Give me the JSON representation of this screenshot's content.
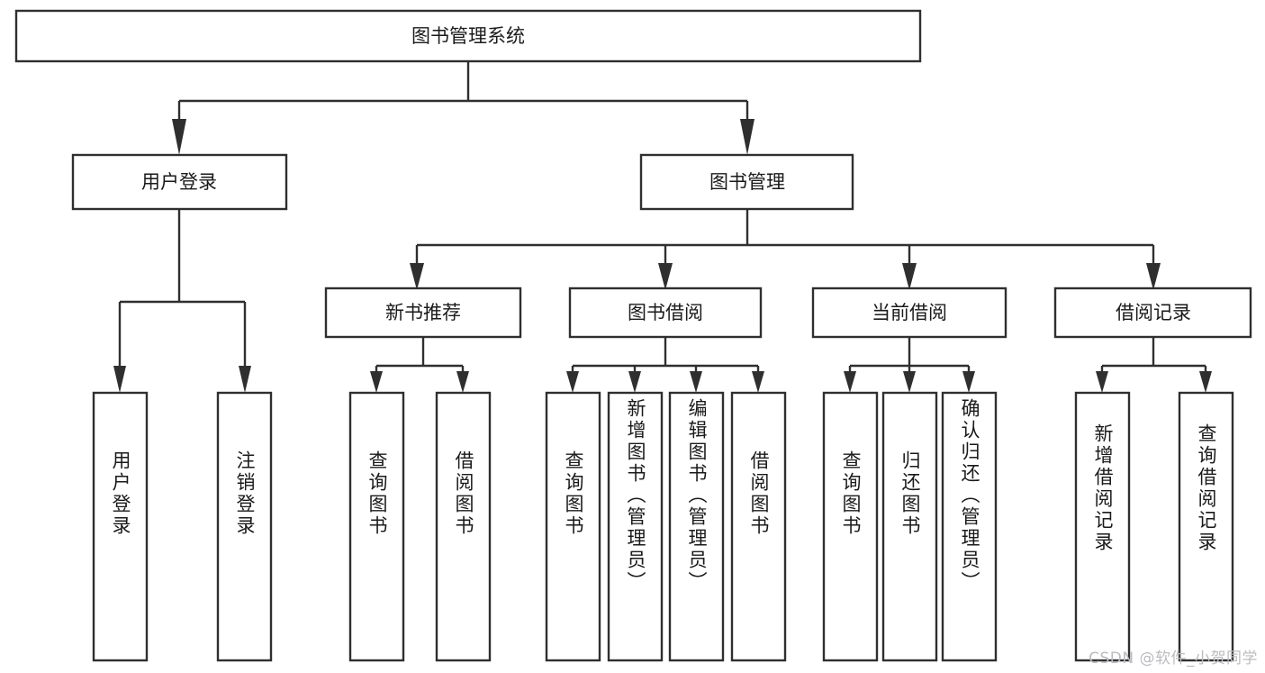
{
  "diagram": {
    "type": "tree-hierarchy",
    "title": "图书管理系统",
    "orientation": "top-down",
    "levels": 4,
    "root": {
      "id": "root",
      "label": "图书管理系统",
      "text_direction": "horizontal"
    },
    "level2": [
      {
        "id": "user-login",
        "label": "用户登录",
        "text_direction": "horizontal"
      },
      {
        "id": "book-management",
        "label": "图书管理",
        "text_direction": "horizontal"
      }
    ],
    "level3": [
      {
        "id": "new-book-recommend",
        "label": "新书推荐",
        "parent": "book-management",
        "text_direction": "horizontal"
      },
      {
        "id": "book-borrow",
        "label": "图书借阅",
        "parent": "book-management",
        "text_direction": "horizontal"
      },
      {
        "id": "current-borrow",
        "label": "当前借阅",
        "parent": "book-management",
        "text_direction": "horizontal"
      },
      {
        "id": "borrow-record",
        "label": "借阅记录",
        "parent": "book-management",
        "text_direction": "horizontal"
      }
    ],
    "leaves": [
      {
        "id": "leaf-user-login",
        "label": "用户登录",
        "parent": "user-login",
        "text_direction": "vertical"
      },
      {
        "id": "leaf-logout-login",
        "label": "注销登录",
        "parent": "user-login",
        "text_direction": "vertical"
      },
      {
        "id": "leaf-query-book-1",
        "label": "查询图书",
        "parent": "new-book-recommend",
        "text_direction": "vertical"
      },
      {
        "id": "leaf-borrow-book-1",
        "label": "借阅图书",
        "parent": "new-book-recommend",
        "text_direction": "vertical"
      },
      {
        "id": "leaf-query-book-2",
        "label": "查询图书",
        "parent": "book-borrow",
        "text_direction": "vertical"
      },
      {
        "id": "leaf-add-book",
        "label": "新增图书（管理员）",
        "parent": "book-borrow",
        "text_direction": "vertical"
      },
      {
        "id": "leaf-edit-book",
        "label": "编辑图书（管理员）",
        "parent": "book-borrow",
        "text_direction": "vertical"
      },
      {
        "id": "leaf-borrow-book-2",
        "label": "借阅图书",
        "parent": "book-borrow",
        "text_direction": "vertical"
      },
      {
        "id": "leaf-query-book-3",
        "label": "查询图书",
        "parent": "current-borrow",
        "text_direction": "vertical"
      },
      {
        "id": "leaf-return-book",
        "label": "归还图书",
        "parent": "current-borrow",
        "text_direction": "vertical"
      },
      {
        "id": "leaf-confirm-return",
        "label": "确认归还（管理员）",
        "parent": "current-borrow",
        "text_direction": "vertical"
      },
      {
        "id": "leaf-add-record",
        "label": "新增借阅记录",
        "parent": "borrow-record",
        "text_direction": "vertical"
      },
      {
        "id": "leaf-query-record",
        "label": "查询借阅记录",
        "parent": "borrow-record",
        "text_direction": "vertical"
      }
    ],
    "colors": {
      "box_fill": "#ffffff",
      "box_stroke": "#2f2f2f",
      "connector": "#2f2f2f",
      "text": "#1a1a1a",
      "background": "#ffffff",
      "watermark": "#b9bcc0"
    }
  },
  "watermark": {
    "text": "CSDN @软件_小贺同学"
  }
}
